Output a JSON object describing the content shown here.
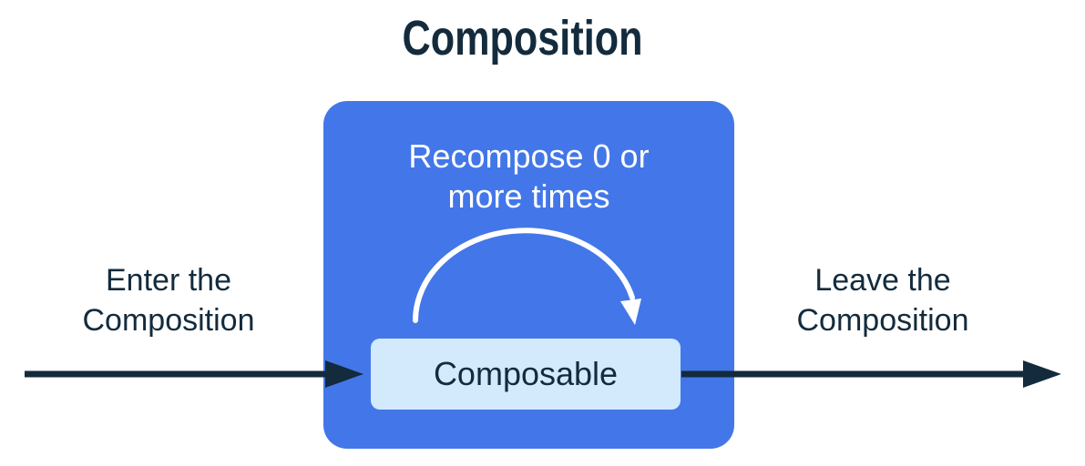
{
  "title": "Composition",
  "composition_box": {
    "recompose_line1": "Recompose 0 or",
    "recompose_line2": "more times",
    "composable_label": "Composable"
  },
  "enter": {
    "line1": "Enter the",
    "line2": "Composition"
  },
  "leave": {
    "line1": "Leave the",
    "line2": "Composition"
  },
  "colors": {
    "background": "#FFFFFF",
    "text_dark": "#132B3D",
    "arrow_dark": "#132B3D",
    "composition_box_fill": "#4377E9",
    "composable_box_fill": "#D3E9FC",
    "recompose_arc": "#FFFFFF"
  },
  "icons": {
    "enter_arrow": "right-arrow",
    "leave_arrow": "right-arrow",
    "recompose_arc": "clockwise-arc-arrow"
  }
}
